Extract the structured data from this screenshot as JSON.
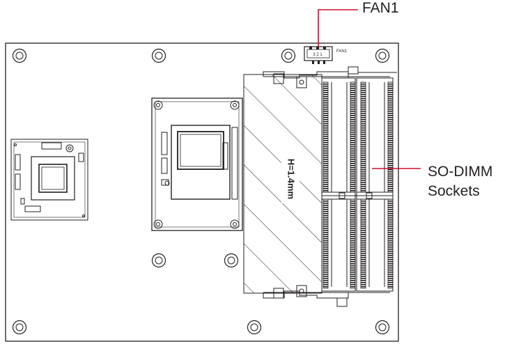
{
  "labels": {
    "fan": "FAN1",
    "dimm_line1": "SO-DIMM",
    "dimm_line2": "Sockets"
  },
  "silkscreen": {
    "fan_header": "FAN1",
    "fan_pins": "3 2 1",
    "height_note": "H=1.4mm"
  },
  "colors": {
    "callout": "#c8102e",
    "ink": "#231f20"
  }
}
